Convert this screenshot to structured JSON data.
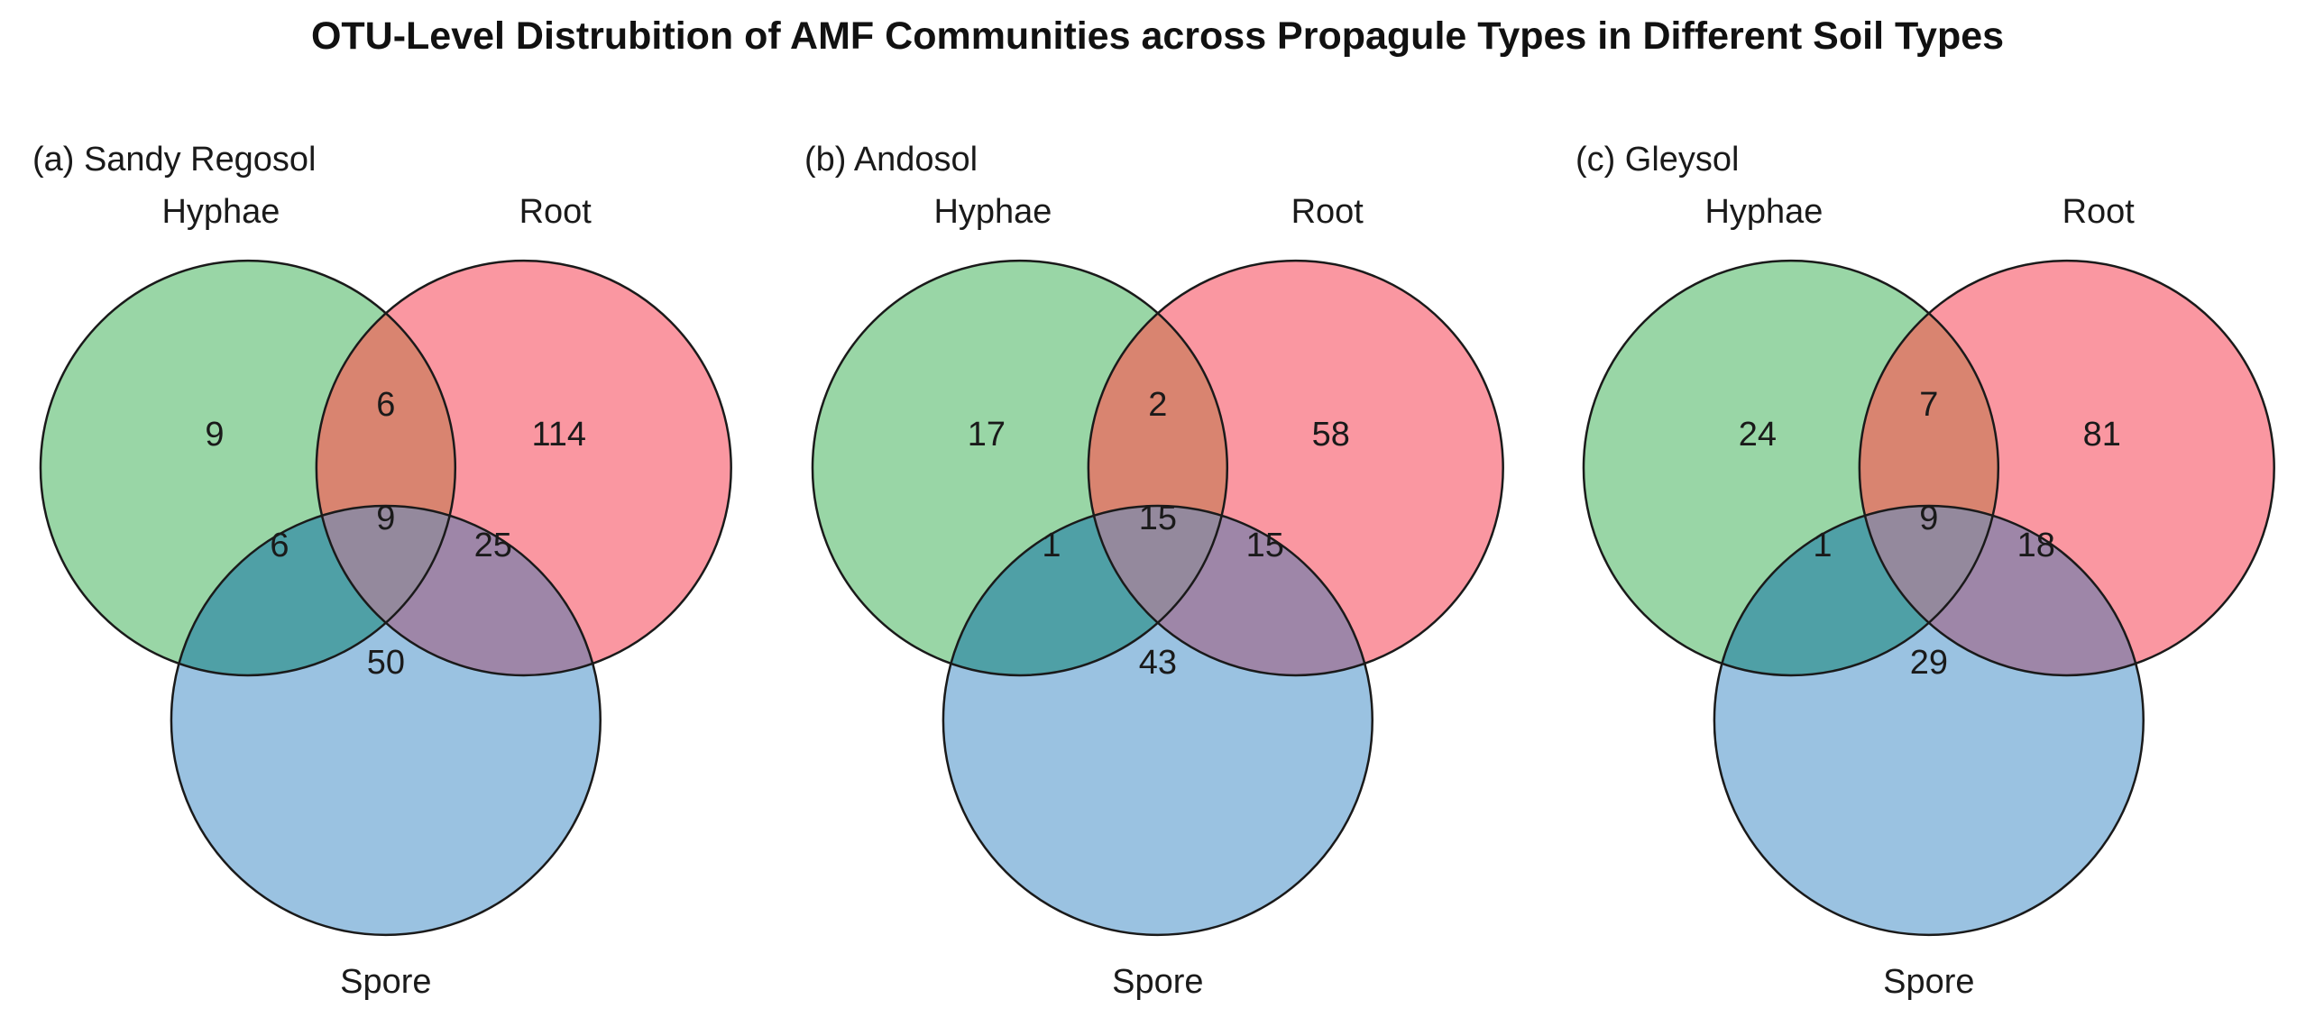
{
  "title": "OTU-Level Distrubition of AMF Communities across Propagule Types in Different Soil Types",
  "set_labels": {
    "top_left": "Hyphae",
    "top_right": "Root",
    "bottom": "Spore"
  },
  "colors": {
    "hyphae_fill": "#99D6A6",
    "root_fill": "#FA97A1",
    "spore_fill": "#9AC2E1",
    "hyphae_root_overlap": "#D98470",
    "hyphae_spore_overlap": "#4FA0A6",
    "root_spore_overlap": "#9E86A8",
    "triple_overlap": "#94899D",
    "outline": "#1A1A1A"
  },
  "panels": [
    {
      "label": "(a) Sandy Regosol"
    },
    {
      "label": "(b) Andosol"
    },
    {
      "label": "(c) Gleysol"
    }
  ],
  "chart_data": {
    "type": "venn",
    "title": "OTU-Level Distrubition of AMF Communities across Propagule Types in Different Soil Types",
    "sets": [
      "Hyphae",
      "Root",
      "Spore"
    ],
    "diagrams": [
      {
        "panel": "(a) Sandy Regosol",
        "soil_type": "Sandy Regosol",
        "regions": {
          "Hyphae_only": 9,
          "Root_only": 114,
          "Spore_only": 50,
          "Hyphae_Root": 6,
          "Hyphae_Spore": 6,
          "Root_Spore": 25,
          "Hyphae_Root_Spore": 9
        }
      },
      {
        "panel": "(b) Andosol",
        "soil_type": "Andosol",
        "regions": {
          "Hyphae_only": 17,
          "Root_only": 58,
          "Spore_only": 43,
          "Hyphae_Root": 2,
          "Hyphae_Spore": 1,
          "Root_Spore": 15,
          "Hyphae_Root_Spore": 15
        }
      },
      {
        "panel": "(c) Gleysol",
        "soil_type": "Gleysol",
        "regions": {
          "Hyphae_only": 24,
          "Root_only": 81,
          "Spore_only": 29,
          "Hyphae_Root": 7,
          "Hyphae_Spore": 1,
          "Root_Spore": 18,
          "Hyphae_Root_Spore": 9
        }
      }
    ],
    "layout": {
      "panels_order": [
        "a",
        "b",
        "c"
      ],
      "legend": "none",
      "grid": "off"
    }
  }
}
